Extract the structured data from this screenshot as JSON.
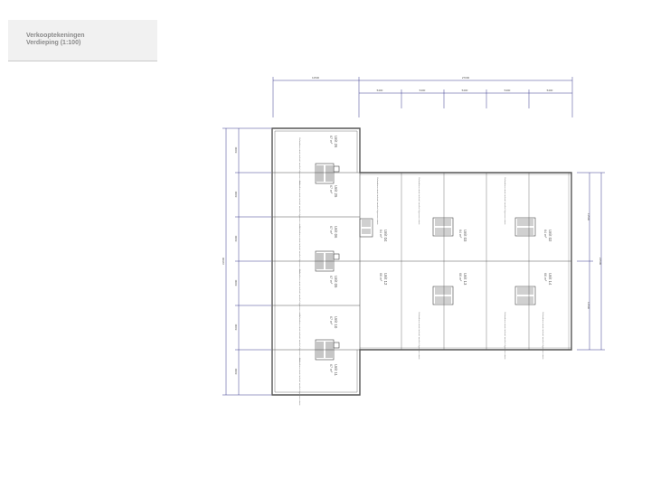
{
  "drawing": {
    "title": "Verkooptekeningen",
    "subtitle": "Verdieping (1:100)"
  },
  "dimensions": {
    "top_overall": [
      "11500",
      "27000"
    ],
    "top_sub": [
      "5400",
      "5400",
      "5400",
      "5400",
      "5400"
    ],
    "left_overall": "31800",
    "left_sub": [
      "6000",
      "6000",
      "6000",
      "6000",
      "6000",
      "6000"
    ],
    "right_overall": "21500",
    "right_sub": [
      "11500",
      "11500"
    ]
  },
  "units": {
    "left_wing": [
      {
        "name": "Unit 26",
        "area": "67 m²"
      },
      {
        "name": "Unit 25",
        "area": "67 m²"
      },
      {
        "name": "Unit 06",
        "area": "67 m²"
      },
      {
        "name": "Unit 05",
        "area": "67 m²"
      },
      {
        "name": "Unit 10",
        "area": "67 m²"
      },
      {
        "name": "Unit 11",
        "area": "67 m²"
      }
    ],
    "east_wing": [
      {
        "name": "Unit 04",
        "area": "64 m²"
      },
      {
        "name": "Unit 03",
        "area": "64 m²"
      },
      {
        "name": "Unit 02",
        "area": "64 m²"
      },
      {
        "name": "Unit 12",
        "area": "66 m²"
      },
      {
        "name": "Unit 13",
        "area": "66 m²"
      },
      {
        "name": "Unit 14",
        "area": "66 m²"
      }
    ],
    "note": "Verhuurbare ruimte inclusief aandeel algemene ruimte"
  }
}
